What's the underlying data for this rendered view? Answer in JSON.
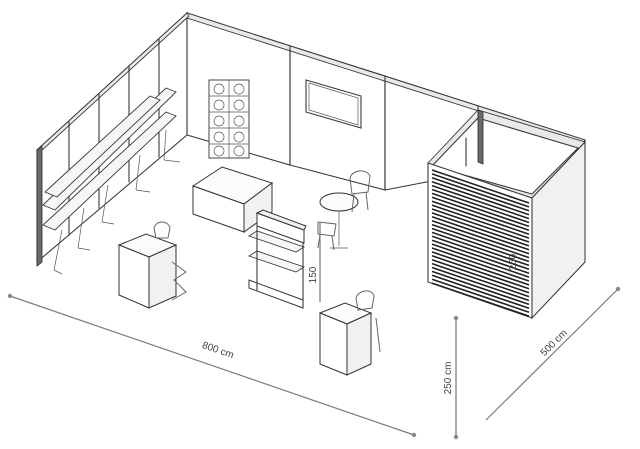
{
  "dimensions": {
    "width_label": "800 cm",
    "depth_label": "500 cm",
    "height_label": "250 cm",
    "cabin_height_label": "250",
    "display_height_label": "150"
  }
}
